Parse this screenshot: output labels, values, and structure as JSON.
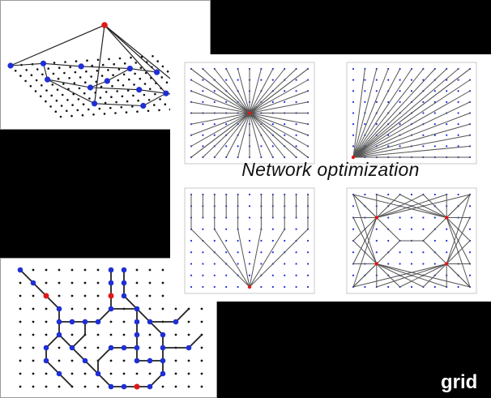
{
  "caption": "Network optimization",
  "footer_text": "grid",
  "colors": {
    "background": "#000000",
    "panel": "#ffffff",
    "grid_point": "#111111",
    "node": "#1f2fd6",
    "highlight_node": "#e01818",
    "edge": "#222222",
    "thin_edge": "#555555"
  },
  "panels": [
    {
      "name": "3d-network-panel"
    },
    {
      "name": "network-optimization-panel"
    },
    {
      "name": "grid-network-panel"
    }
  ]
}
